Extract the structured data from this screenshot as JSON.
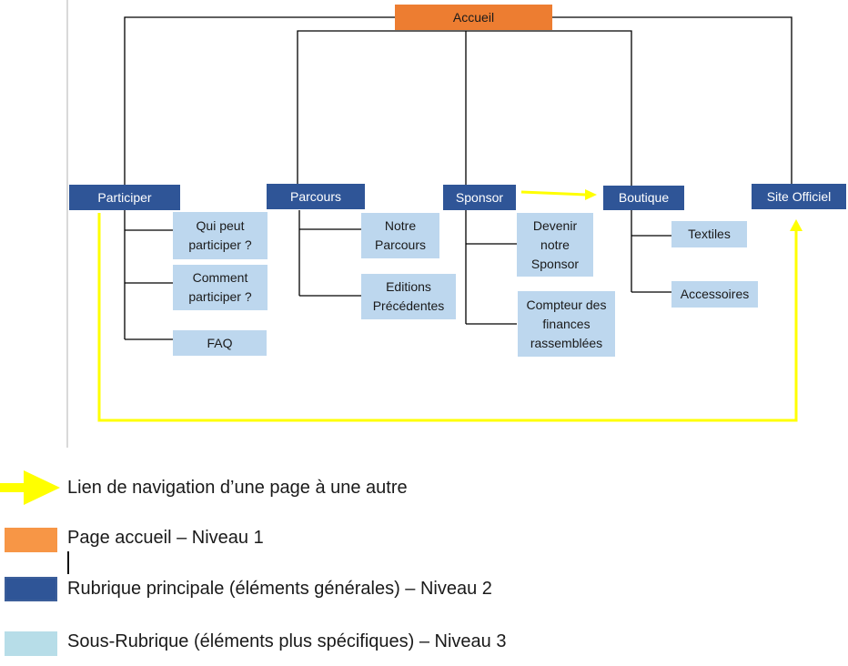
{
  "diagram": {
    "home": "Accueil",
    "sections": {
      "participer": {
        "label": "Participer",
        "subs": [
          "Qui peut participer ?",
          "Comment participer ?",
          "FAQ"
        ]
      },
      "parcours": {
        "label": "Parcours",
        "subs": [
          "Notre Parcours",
          "Editions Précédentes"
        ]
      },
      "sponsor": {
        "label": "Sponsor",
        "subs": [
          "Devenir notre Sponsor",
          "Compteur des finances rassemblées"
        ]
      },
      "boutique": {
        "label": "Boutique",
        "subs": [
          "Textiles",
          "Accessoires"
        ]
      },
      "site_officiel": {
        "label": "Site Officiel"
      }
    }
  },
  "legend": {
    "navigation_link": "Lien de navigation d’une page à une autre",
    "level1": "Page accueil – Niveau 1",
    "level2": "Rubrique principale (éléments générales) – Niveau 2",
    "level3": "Sous-Rubrique (éléments plus spécifiques) – Niveau 3"
  },
  "colors": {
    "level1": "#ed7d31",
    "level2": "#2f5597",
    "level3": "#bdd7ee",
    "navigation_arrow": "#ffff00",
    "connector": "#000000"
  }
}
